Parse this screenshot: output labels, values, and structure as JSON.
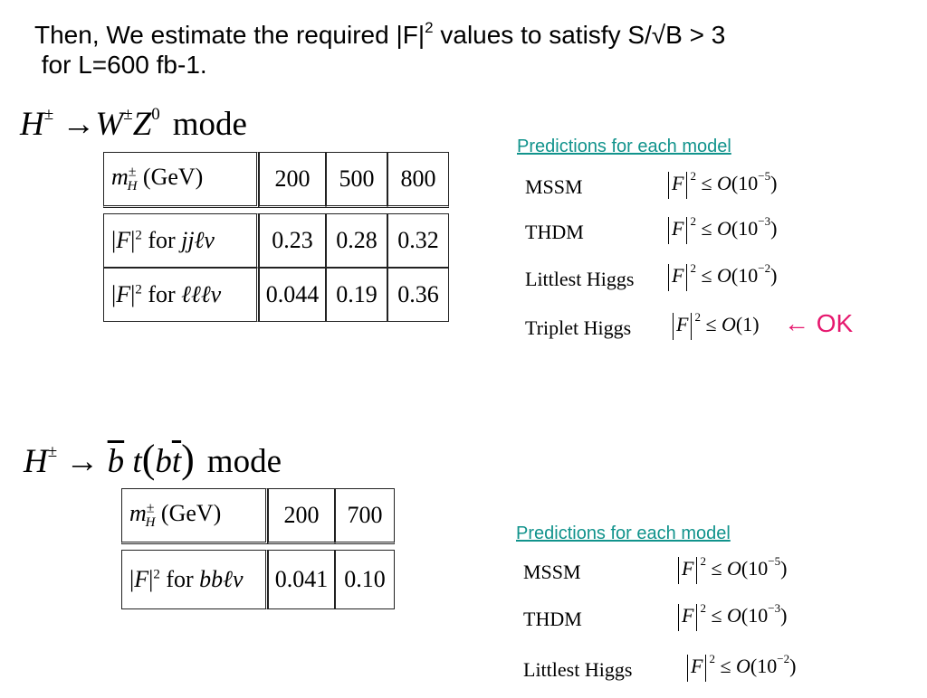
{
  "header": {
    "line1_pre": "Then, We estimate the required |F|",
    "line1_sup": "2",
    "line1_post": " values to satisfy S/√B > 3",
    "line2": "for L=600 fb-1."
  },
  "section1": {
    "mode_parts": [
      "H",
      "±",
      "→",
      "W",
      "±",
      "Z",
      "0",
      "mode"
    ],
    "table": {
      "header_label": "(GeV)",
      "columns": [
        "200",
        "500",
        "800"
      ],
      "rows": [
        {
          "label_pre": "for",
          "label_var": "jjℓν",
          "values": [
            "0.23",
            "0.28",
            "0.32"
          ]
        },
        {
          "label_pre": "for",
          "label_var": "ℓℓℓν",
          "values": [
            "0.044",
            "0.19",
            "0.36"
          ]
        }
      ]
    },
    "predictions_title": "Predictions for each model",
    "predictions": [
      {
        "model": "MSSM",
        "bound": "10",
        "exp": "−5"
      },
      {
        "model": "THDM",
        "bound": "10",
        "exp": "−3"
      },
      {
        "model": "Littlest Higgs",
        "bound": "10",
        "exp": "−2"
      },
      {
        "model": "Triplet Higgs",
        "bound": "1",
        "exp": ""
      }
    ],
    "ok_label": "← OK"
  },
  "section2": {
    "mode_parts": [
      "H",
      "±",
      "→",
      "b",
      "t",
      "(",
      "b",
      "t",
      ")",
      "mode"
    ],
    "table": {
      "header_label": "(GeV)",
      "columns": [
        "200",
        "700"
      ],
      "rows": [
        {
          "label_pre": "for",
          "label_var": "bbℓν",
          "values": [
            "0.041",
            "0.10"
          ]
        }
      ]
    },
    "predictions_title": "Predictions for each model",
    "predictions": [
      {
        "model": "MSSM",
        "bound": "10",
        "exp": "−5"
      },
      {
        "model": "THDM",
        "bound": "10",
        "exp": "−3"
      },
      {
        "model": "Littlest Higgs",
        "bound": "10",
        "exp": "−2"
      }
    ]
  },
  "symbols": {
    "mass": "m",
    "mass_sub": "H",
    "mass_sup": "±",
    "F": "F",
    "abs_sup": "2",
    "O": "O",
    "leq": "≤"
  }
}
